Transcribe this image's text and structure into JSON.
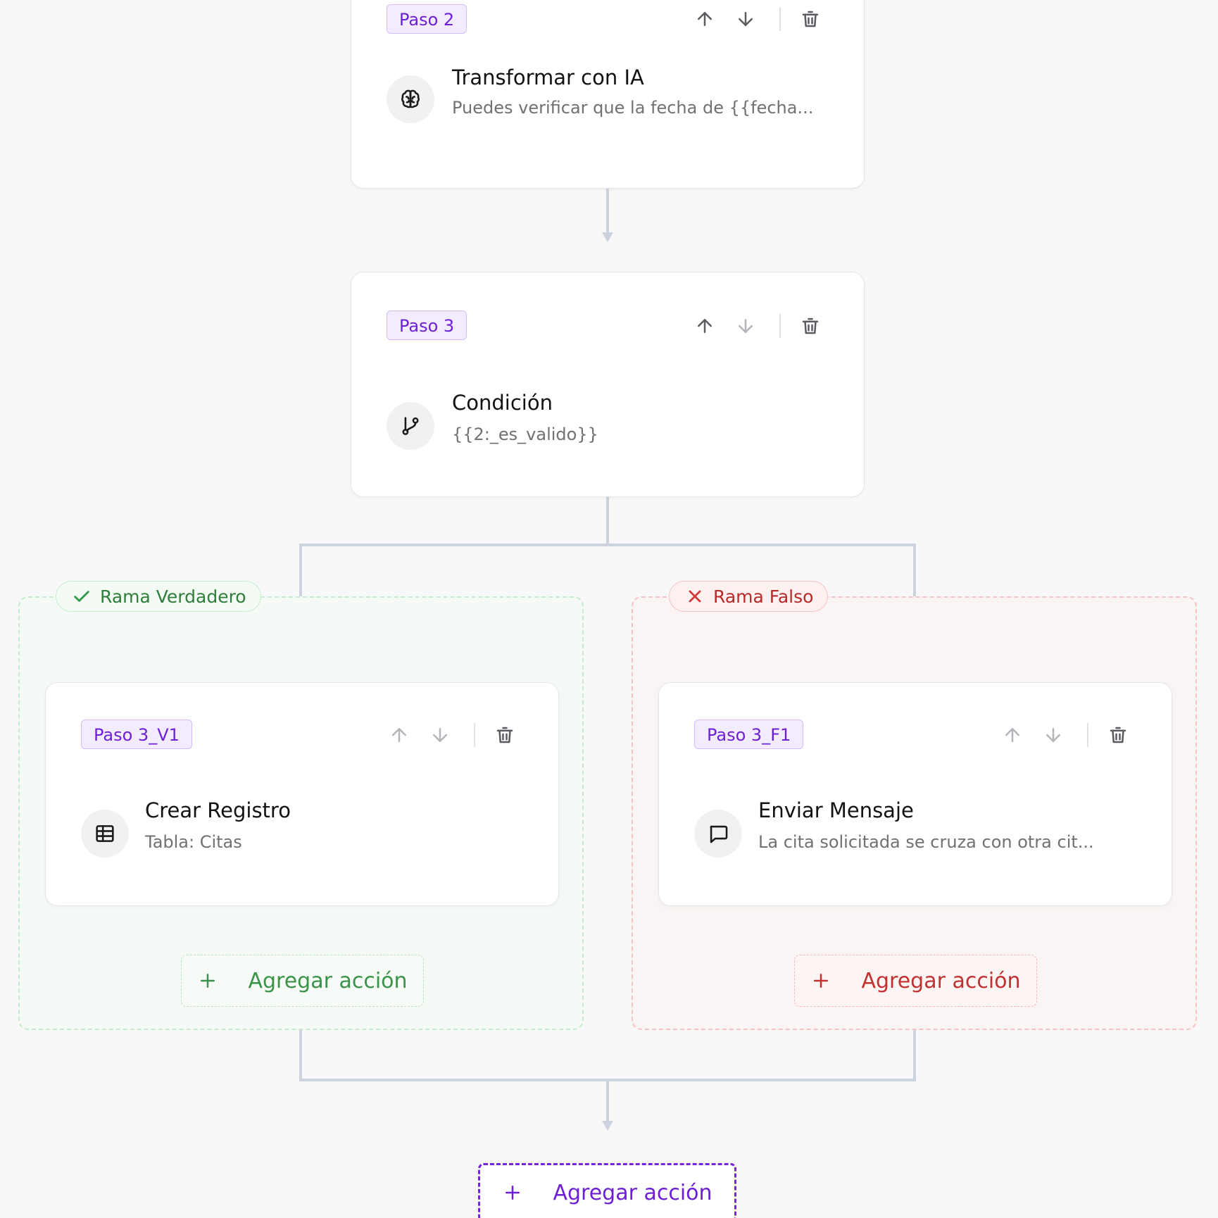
{
  "colors": {
    "accent_purple": "#6d1fd6",
    "connector": "#ccd3de",
    "true_green": "#2f7d3b",
    "false_red": "#b62a2a"
  },
  "steps": [
    {
      "badge": "Paso 2",
      "icon": "brain-icon",
      "title": "Transformar con IA",
      "description": "Puedes verificar que la fecha de {{fecha..."
    },
    {
      "badge": "Paso 3",
      "icon": "git-branch-icon",
      "title": "Condición",
      "description": "{{2:_es_valido}}"
    }
  ],
  "branches": {
    "true": {
      "label": "Rama Verdadero",
      "step": {
        "badge": "Paso 3_V1",
        "icon": "table-icon",
        "title": "Crear Registro",
        "description": "Tabla: Citas"
      },
      "add_label": "Agregar acción"
    },
    "false": {
      "label": "Rama Falso",
      "step": {
        "badge": "Paso 3_F1",
        "icon": "message-icon",
        "title": "Enviar Mensaje",
        "description": "La cita solicitada se cruza con otra cit..."
      },
      "add_label": "Agregar acción"
    }
  },
  "main_add_label": "Agregar acción"
}
